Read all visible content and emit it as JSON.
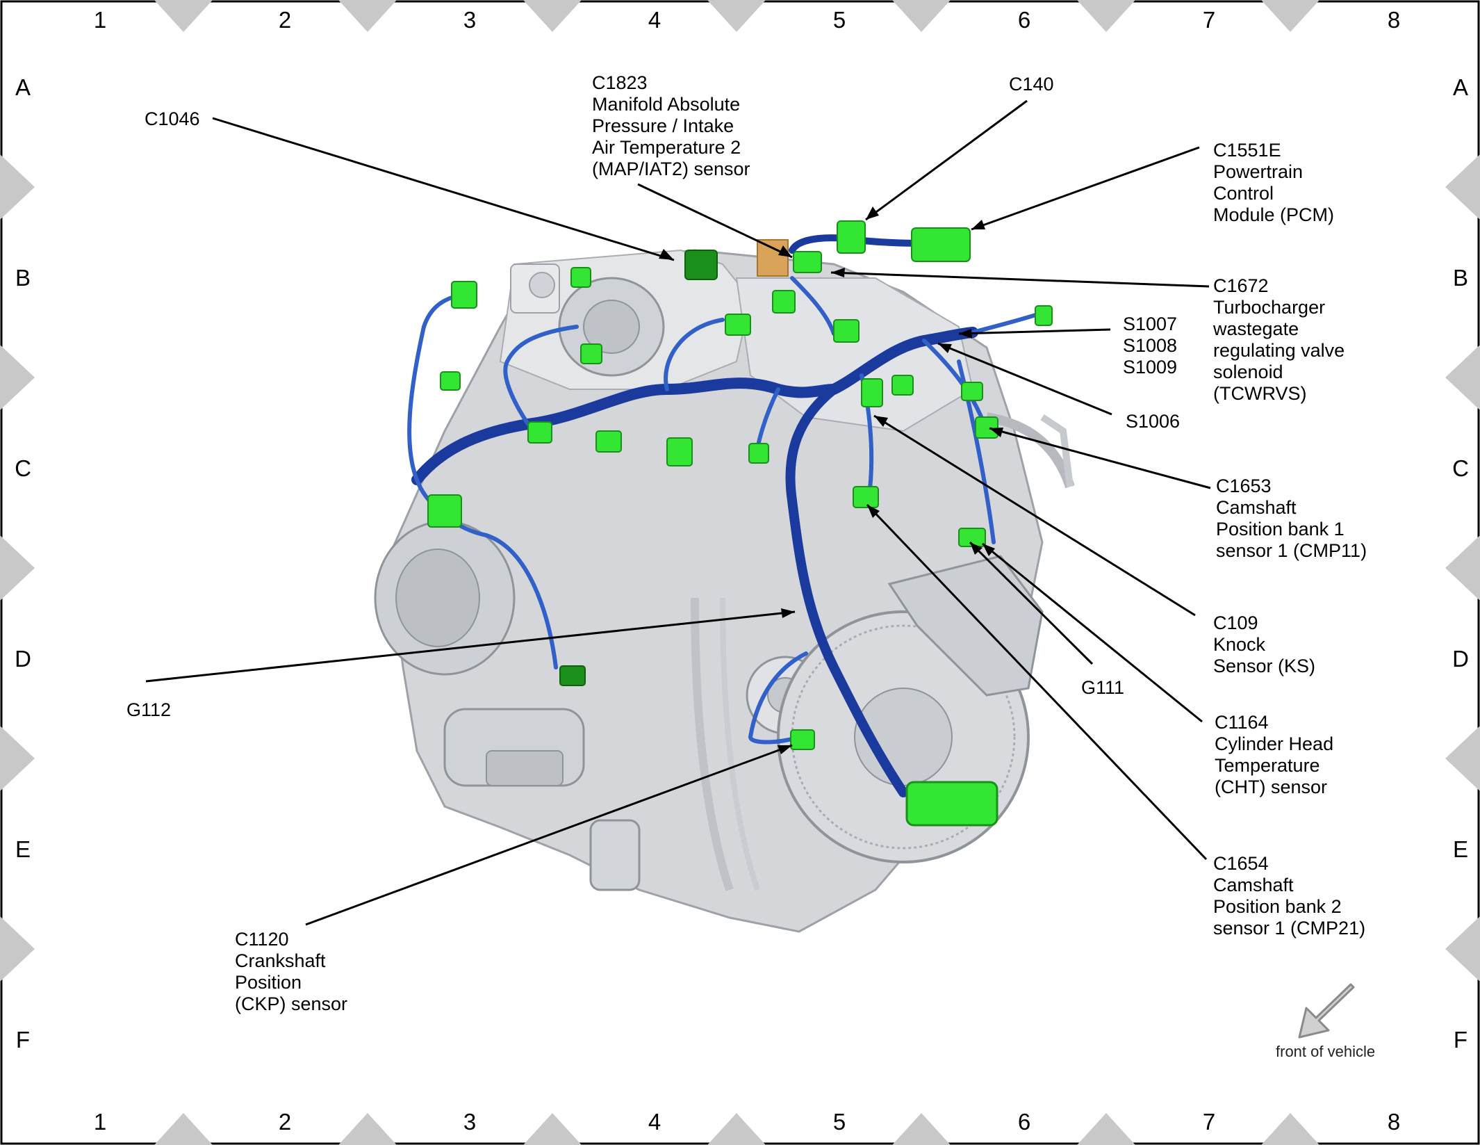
{
  "grid": {
    "columns": [
      "1",
      "2",
      "3",
      "4",
      "5",
      "6",
      "7",
      "8"
    ],
    "rows": [
      "A",
      "B",
      "C",
      "D",
      "E",
      "F"
    ]
  },
  "callouts": {
    "c1046": [
      "C1046"
    ],
    "c1823": [
      "C1823",
      "Manifold Absolute",
      "Pressure / Intake",
      "Air Temperature 2",
      "(MAP/IAT2) sensor"
    ],
    "c140": [
      "C140"
    ],
    "c1551e": [
      "C1551E",
      "Powertrain",
      "Control",
      "Module (PCM)"
    ],
    "c1672": [
      "C1672",
      "Turbocharger",
      "wastegate",
      "regulating valve",
      "solenoid",
      "(TCWRVS)"
    ],
    "s1007": [
      "S1007",
      "S1008",
      "S1009"
    ],
    "s1006": [
      "S1006"
    ],
    "c1653": [
      "C1653",
      "Camshaft",
      "Position bank 1",
      "sensor 1 (CMP11)"
    ],
    "c109": [
      "C109",
      "Knock",
      "Sensor (KS)"
    ],
    "g111": [
      "G111"
    ],
    "c1164": [
      "C1164",
      "Cylinder Head",
      "Temperature",
      "(CHT) sensor"
    ],
    "c1654": [
      "C1654",
      "Camshaft",
      "Position bank 2",
      "sensor 1 (CMP21)"
    ],
    "g112": [
      "G112"
    ],
    "c1120": [
      "C1120",
      "Crankshaft",
      "Position",
      "(CKP) sensor"
    ]
  },
  "front_label": "front of vehicle",
  "colors": {
    "harness": "#1a3a9e",
    "harness_light": "#3060c8",
    "connector": "#33e633",
    "connector_dark": "#1a8f1a",
    "engine": "#d4d6d9",
    "engine_dark": "#9ea2a8",
    "frame_marker": "#c8c8c8",
    "bracket": "#d9a35a"
  }
}
